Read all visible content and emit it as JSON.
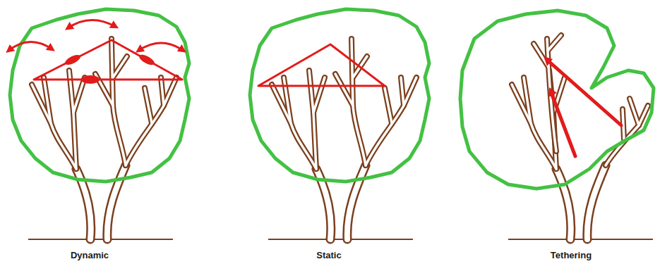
{
  "diagram": {
    "labels": [
      "Dynamic",
      "Static",
      "Tethering"
    ]
  }
}
